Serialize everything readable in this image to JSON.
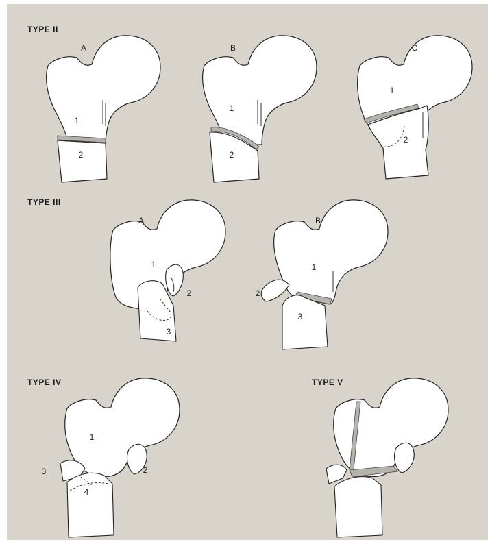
{
  "type_ii": {
    "heading": "TYPE II",
    "a": {
      "label": "A",
      "frag1": "1",
      "frag2": "2"
    },
    "b": {
      "label": "B",
      "frag1": "1",
      "frag2": "2"
    },
    "c": {
      "label": "C",
      "frag1": "1",
      "frag2": "2"
    }
  },
  "type_iii": {
    "heading": "TYPE III",
    "a": {
      "label": "A",
      "frag1": "1",
      "frag2": "2",
      "frag3": "3"
    },
    "b": {
      "label": "B",
      "frag1": "1",
      "frag2": "2",
      "frag3": "3"
    }
  },
  "type_iv": {
    "heading": "TYPE IV",
    "frag1": "1",
    "frag2": "2",
    "frag3": "3",
    "frag4": "4"
  },
  "type_v": {
    "heading": "TYPE V"
  },
  "colors": {
    "background": "#d9d4cb",
    "bone_fill": "#ffffff",
    "fracture_gap": "#b6b3ad",
    "outline": "#222222"
  }
}
